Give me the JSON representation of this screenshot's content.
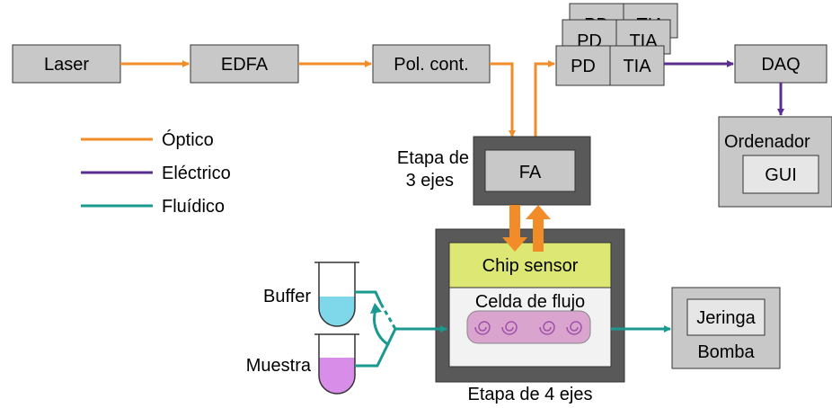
{
  "diagram": {
    "blocks": {
      "laser": "Laser",
      "edfa": "EDFA",
      "pol_cont": "Pol. cont.",
      "pd": "PD",
      "tia": "TIA",
      "daq": "DAQ",
      "computer": "Ordenador",
      "gui": "GUI",
      "fa": "FA",
      "stage3_line1": "Etapa de",
      "stage3_line2": "3 ejes",
      "chip_sensor": "Chip sensor",
      "flow_cell": "Celda de flujo",
      "stage4": "Etapa de 4 ejes",
      "syringe": "Jeringa",
      "pump": "Bomba",
      "buffer": "Buffer",
      "sample": "Muestra"
    },
    "legend": [
      {
        "label": "Óptico",
        "color": "#f28c28"
      },
      {
        "label": "Eléctrico",
        "color": "#5b2d90"
      },
      {
        "label": "Fluídico",
        "color": "#1a9990"
      }
    ]
  },
  "colors": {
    "optical": "#f28c28",
    "electrical": "#5b2d90",
    "fluidic": "#1a9990",
    "block_fill": "#c8c8c8",
    "stage_fill": "#595959",
    "chip_fill": "#dce774",
    "flow_spiral_fill": "#d9a5cf",
    "buffer_liquid": "#7fd7ea",
    "sample_liquid": "#d88ee8"
  }
}
